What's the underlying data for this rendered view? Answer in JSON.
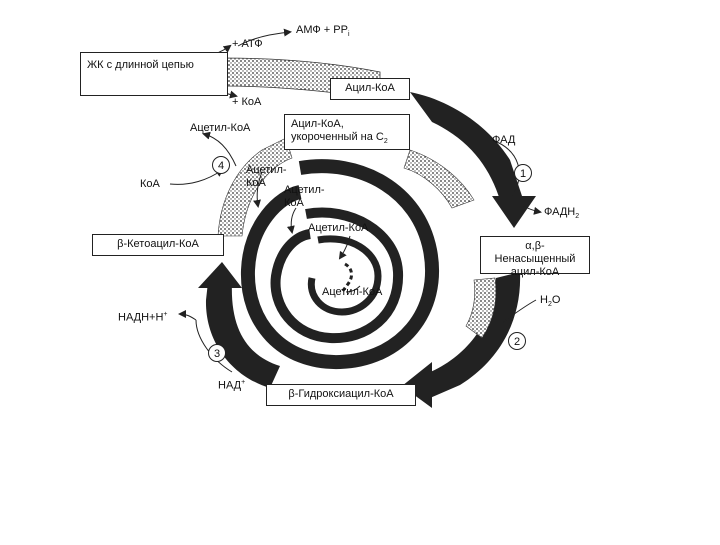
{
  "diagram": {
    "boxes": {
      "long_fa": "ЖК с длинной цепью",
      "acyl_coa": "Ацил-КоА",
      "acyl_coa_shortened": "Ацил-КоА, укороченный на С",
      "acyl_coa_shortened_sub": "2",
      "enoyl": "α,β-Ненасыщенный ацил-КоА",
      "hydroxyacyl": "β-Гидроксиацил-КоА",
      "ketoacyl": "β-Кетоацил-КоА"
    },
    "labels": {
      "atp": "+ АТФ",
      "amp_ppi": "АМФ + PP",
      "amp_ppi_sub": "i",
      "coa_in": "+ КоА",
      "fad": "ФАД",
      "fadh2": "ФАДН",
      "fadh2_sub": "2",
      "h2o": "H",
      "h2o_sub": "2",
      "h2o_tail": "O",
      "nadh": "НАДН+H",
      "nadh_sup": "+",
      "nad": "НАД",
      "nad_sup": "+",
      "coa_step4": "КоА",
      "acetyl_coa_out": "Ацетил-КоА",
      "acetyl_coa_spiral_1": "Ацетил-КоА",
      "acetyl_coa_spiral_2": "Ацетил-КоА",
      "acetyl_coa_spiral_3": "Ацетил-КоА",
      "acetyl_coa_spiral_4": "Ацетил-КоА"
    },
    "steps": [
      "1",
      "2",
      "3",
      "4"
    ]
  }
}
